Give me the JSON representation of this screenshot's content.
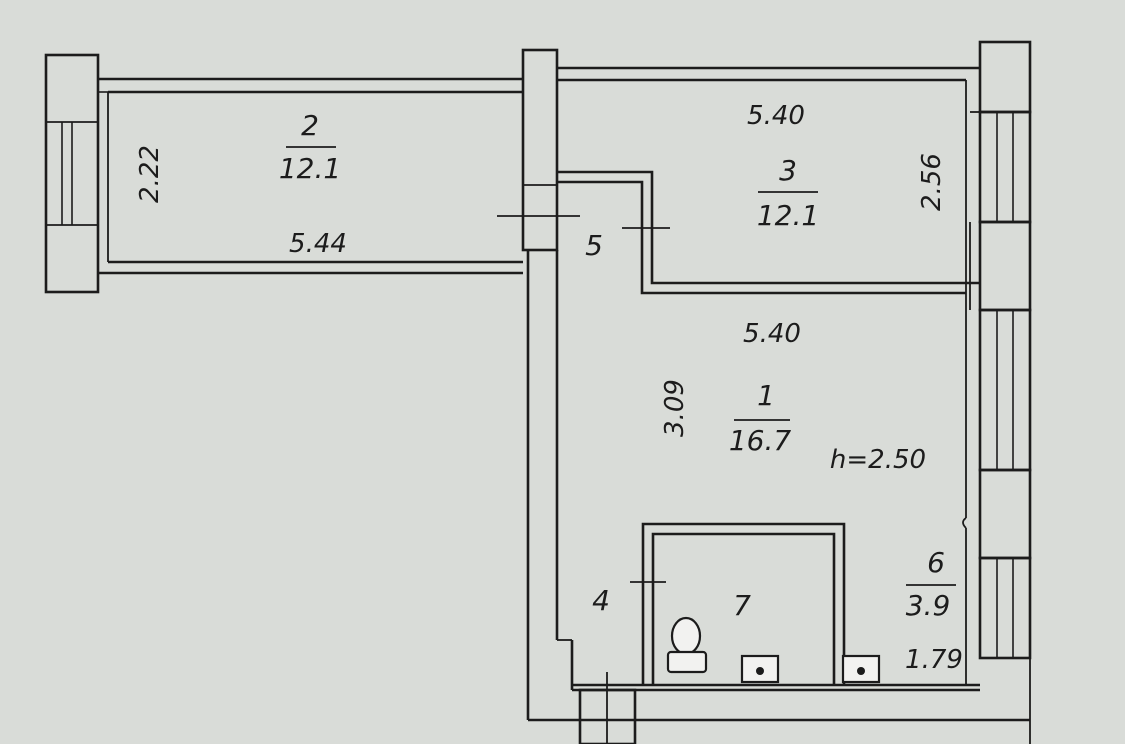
{
  "rooms": [
    {
      "number": "1",
      "area": "16.7"
    },
    {
      "number": "2",
      "area": "12.1"
    },
    {
      "number": "3",
      "area": "12.1"
    },
    {
      "number": "4"
    },
    {
      "number": "5"
    },
    {
      "number": "6",
      "area": "3.9"
    },
    {
      "number": "7"
    }
  ],
  "dimensions": {
    "room2_width": "5.44",
    "room2_depth": "2.22",
    "room3_width": "5.40",
    "room3_depth": "2.56",
    "room1_width": "5.40",
    "room1_depth": "3.09",
    "room6_width": "1.79"
  },
  "ceiling_height": "h=2.50"
}
